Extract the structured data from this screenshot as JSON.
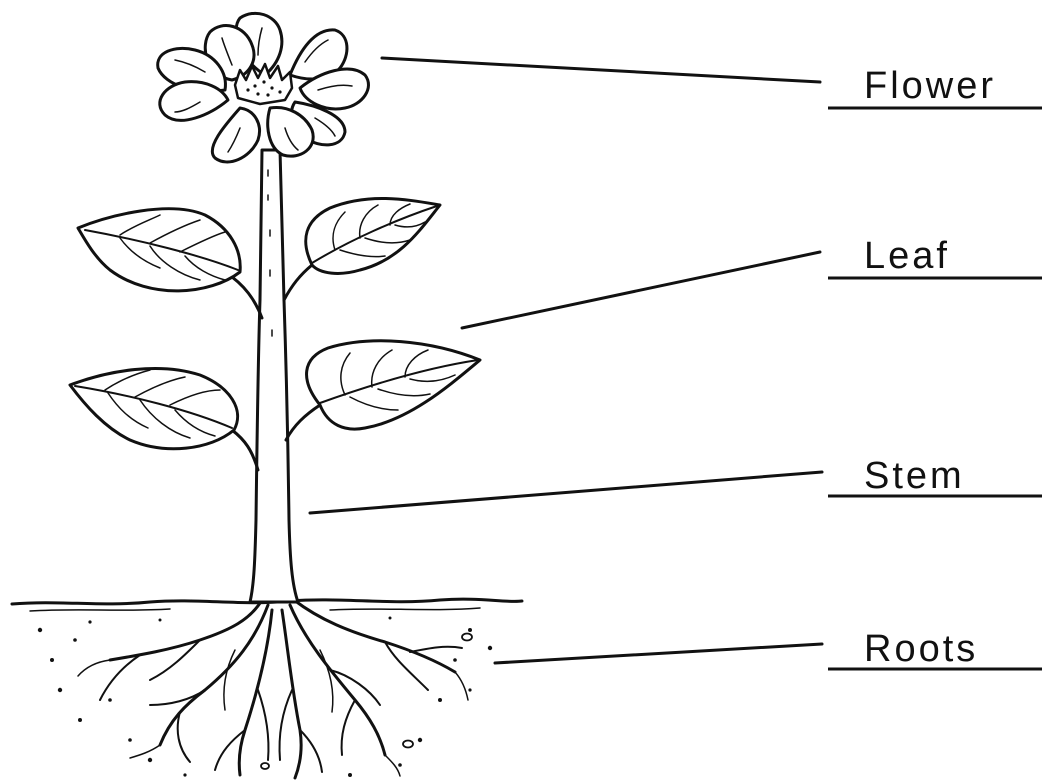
{
  "labels": {
    "flower": "Flower",
    "leaf": "Leaf",
    "stem": "Stem",
    "roots": "Roots"
  },
  "colors": {
    "ink": "#111111",
    "background": "#ffffff"
  }
}
